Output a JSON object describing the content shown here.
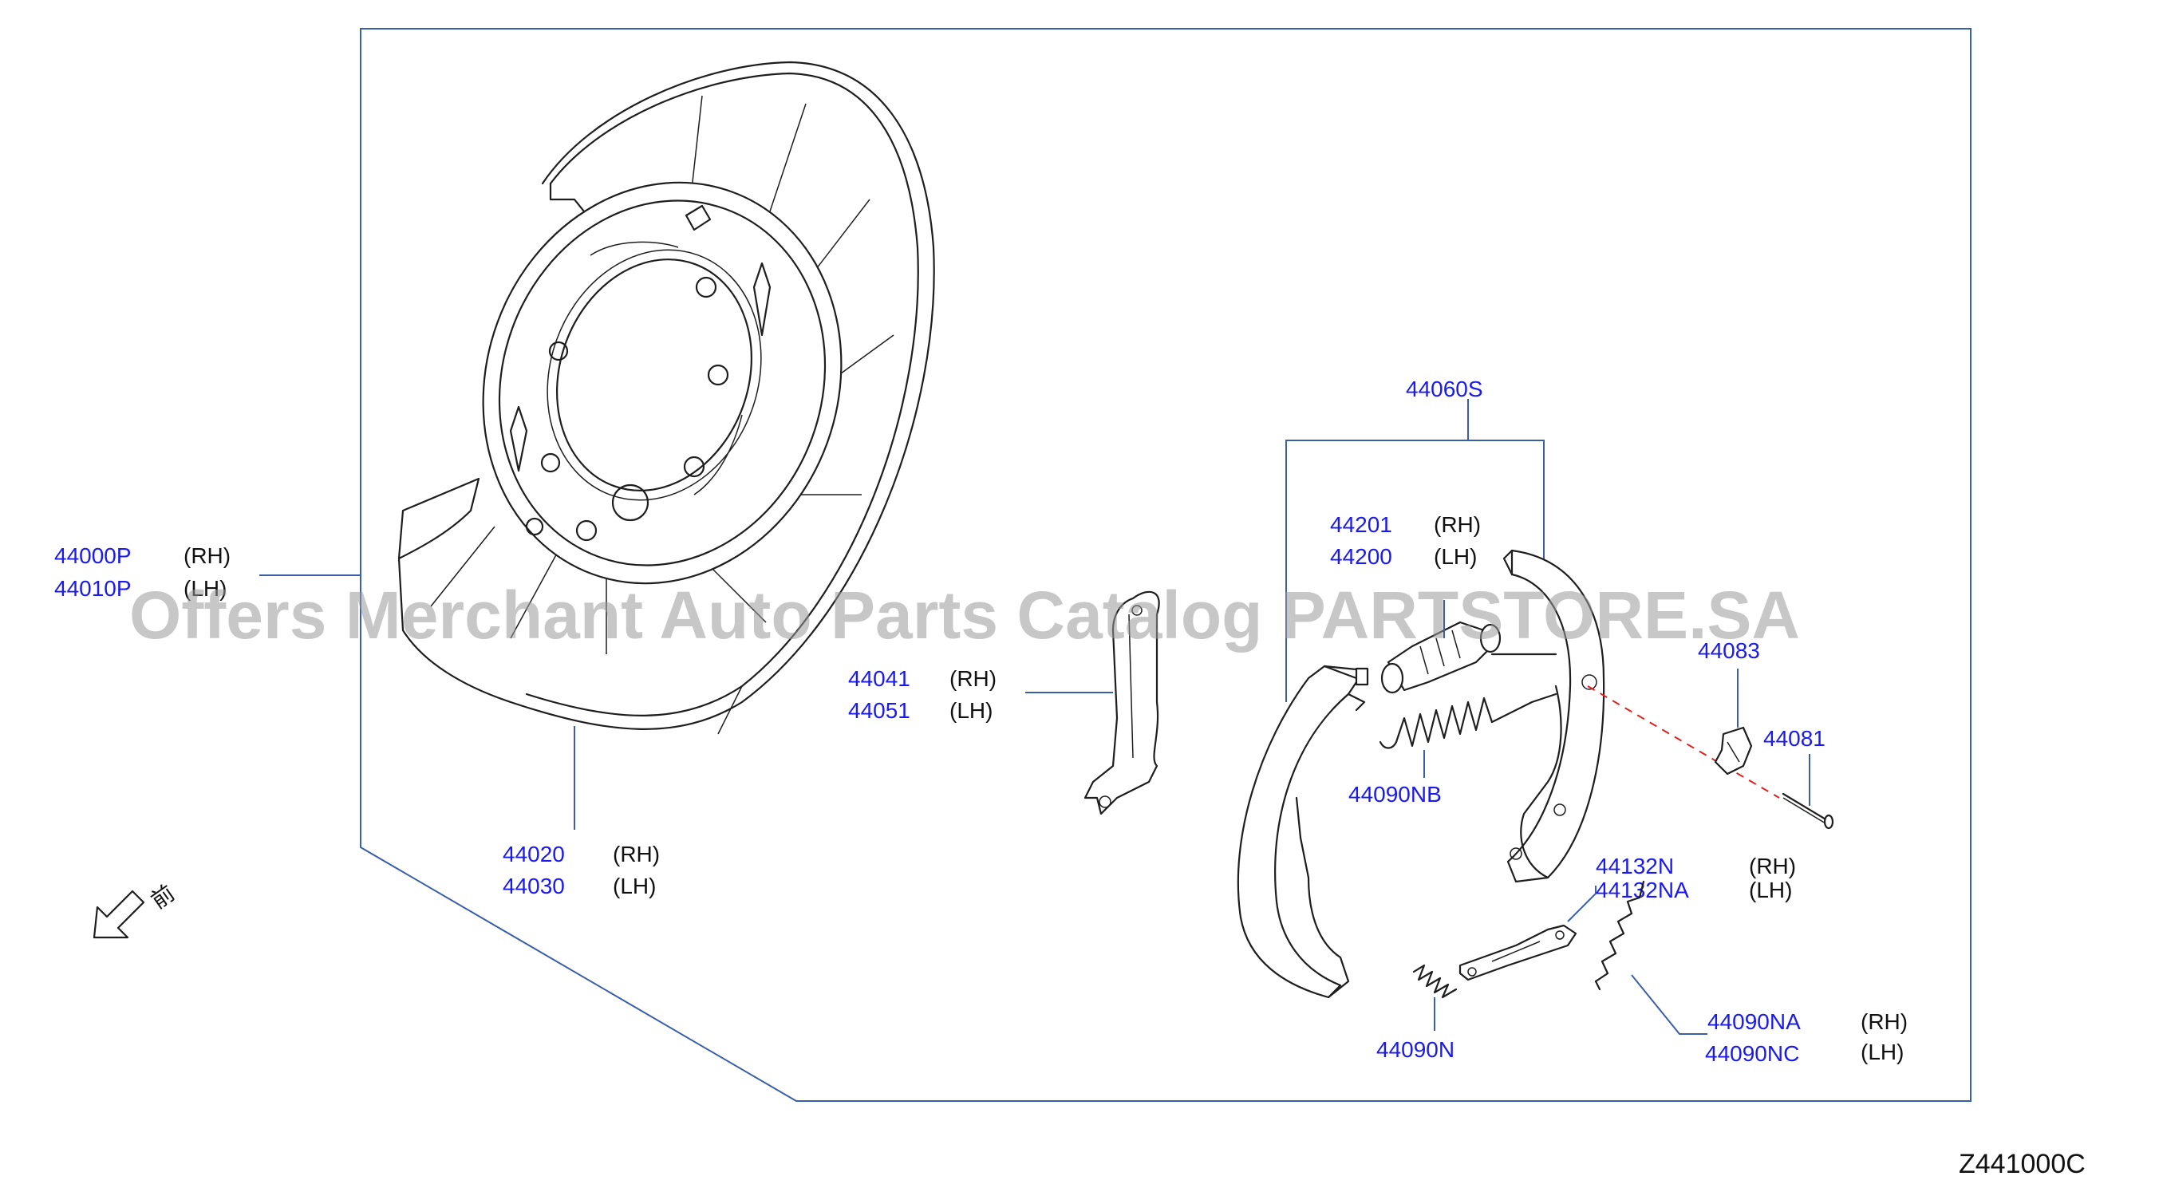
{
  "watermark": "Offers Merchant Auto Parts Catalog PARTSTORE.SA",
  "diagram_code": "Z441000C",
  "front_label": "前",
  "icons": {
    "front_arrow": "arrow-down-left-icon"
  },
  "colors": {
    "part_number": "#1a1aee",
    "leader": "#3a5fa8",
    "guide_dash": "#e02020",
    "line_art": "#1e1e1e"
  },
  "parts": {
    "backing_plate": {
      "rh": "44000P",
      "lh": "44010P",
      "rh_label": "(RH)",
      "lh_label": "(LH)"
    },
    "dust_shield": {
      "rh": "44020",
      "lh": "44030",
      "rh_label": "(RH)",
      "lh_label": "(LH)"
    },
    "lever": {
      "rh": "44041",
      "lh": "44051",
      "rh_label": "(RH)",
      "lh_label": "(LH)"
    },
    "shoe_set": {
      "number": "44060S"
    },
    "adjuster": {
      "rh": "44201",
      "lh": "44200",
      "rh_label": "(RH)",
      "lh_label": "(LH)"
    },
    "spring_nb": {
      "number": "44090NB"
    },
    "retainer": {
      "number": "44083"
    },
    "pin": {
      "number": "44081"
    },
    "strut": {
      "rh": "44132N",
      "lh": "44132NA",
      "rh_label": "(RH)",
      "lh_label": "(LH)"
    },
    "spring_n": {
      "number": "44090N"
    },
    "spring_na": {
      "rh": "44090NA",
      "lh": "44090NC",
      "rh_label": "(RH)",
      "lh_label": "(LH)"
    }
  }
}
